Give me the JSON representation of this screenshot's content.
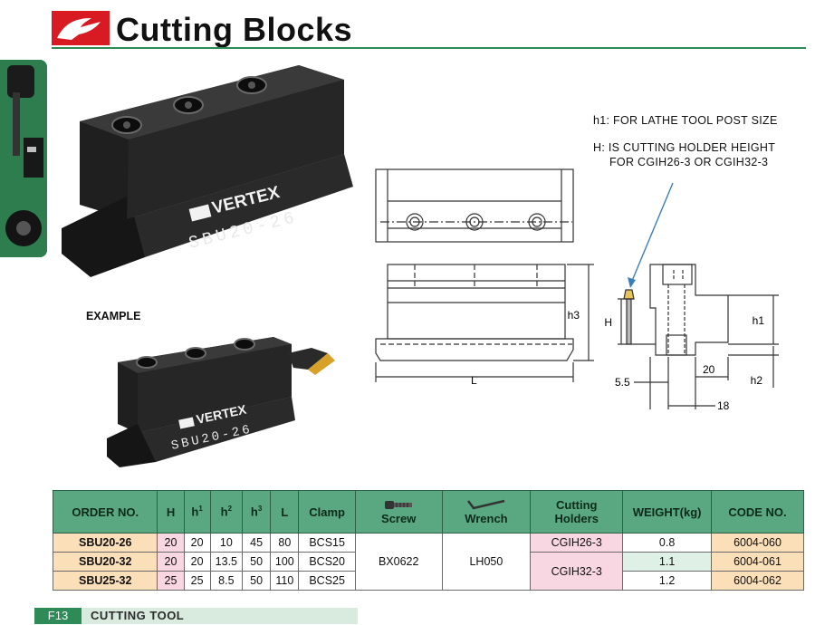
{
  "header": {
    "title": "Cutting Blocks"
  },
  "product": {
    "block_logo": "VERTEX",
    "block_model": "SBU20-26",
    "example_label": "EXAMPLE"
  },
  "notes": {
    "h1_note": "h1: FOR LATHE TOOL POST SIZE",
    "h_note_line1": "H: IS CUTTING HOLDER HEIGHT",
    "h_note_line2": "FOR CGIH26-3 OR  CGIH32-3"
  },
  "dimensions": {
    "h3": "h3",
    "L": "L",
    "H": "H",
    "h1": "h1",
    "h2": "h2",
    "d55": "5.5",
    "d20": "20",
    "d18": "18"
  },
  "table": {
    "headers": {
      "order": "ORDER NO.",
      "H": "H",
      "h1": "h",
      "h1_sup": "1",
      "h2": "h",
      "h2_sup": "2",
      "h3": "h",
      "h3_sup": "3",
      "L": "L",
      "clamp": "Clamp",
      "screw": "Screw",
      "wrench": "Wrench",
      "holders_line1": "Cutting",
      "holders_line2": "Holders",
      "weight": "WEIGHT(kg)",
      "code": "CODE NO."
    },
    "rows": [
      {
        "order": "SBU20-26",
        "H": "20",
        "h1": "20",
        "h2": "10",
        "h3": "45",
        "L": "80",
        "clamp": "BCS15",
        "weight": "0.8",
        "code": "6004-060"
      },
      {
        "order": "SBU20-32",
        "H": "20",
        "h1": "20",
        "h2": "13.5",
        "h3": "50",
        "L": "100",
        "clamp": "BCS20",
        "weight": "1.1",
        "code": "6004-061"
      },
      {
        "order": "SBU25-32",
        "H": "25",
        "h1": "25",
        "h2": "8.5",
        "h3": "50",
        "L": "110",
        "clamp": "BCS25",
        "weight": "1.2",
        "code": "6004-062"
      }
    ],
    "screw": "BX0622",
    "wrench": "LH050",
    "holder_a": "CGIH26-3",
    "holder_b": "CGIH32-3"
  },
  "footer": {
    "page": "F13",
    "section": "CUTTING TOOL"
  },
  "colors": {
    "brand_red": "#d81b22",
    "green": "#2e8b57",
    "header_green": "#5aa881",
    "peach": "#fbdfb9",
    "pink": "#f8d6e2"
  }
}
